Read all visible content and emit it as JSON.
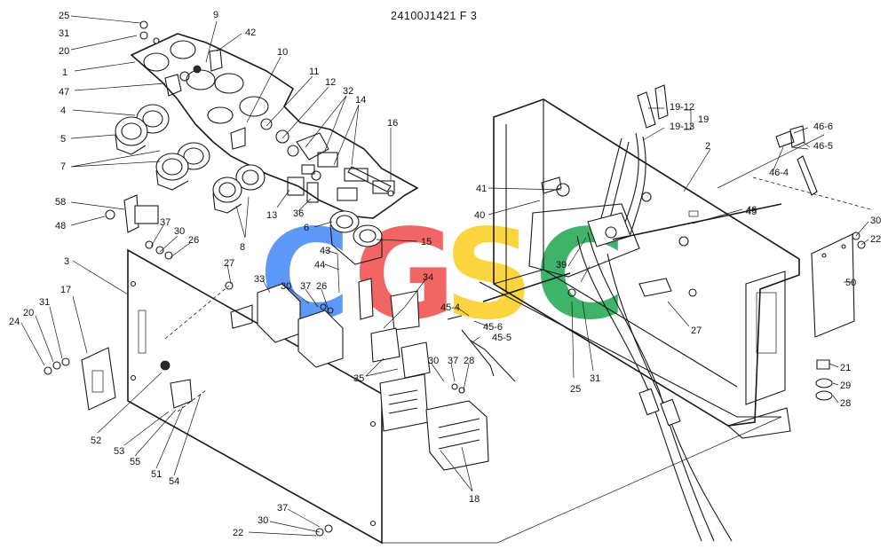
{
  "title": "24100J1421 F 3",
  "watermark": {
    "letters": [
      "C",
      "G",
      "S",
      "C"
    ],
    "colors": [
      "#3b82f6",
      "#ef4444",
      "#facc15",
      "#16a34a"
    ]
  },
  "callouts": [
    "25",
    "31",
    "20",
    "1",
    "47",
    "4",
    "5",
    "7",
    "58",
    "48",
    "3",
    "17",
    "24",
    "20",
    "31",
    "52",
    "53",
    "55",
    "51",
    "54",
    "9",
    "42",
    "10",
    "11",
    "12",
    "32",
    "14",
    "16",
    "13",
    "36",
    "8",
    "37",
    "30",
    "26",
    "27",
    "6",
    "15",
    "43",
    "44",
    "33",
    "30",
    "37",
    "26",
    "34",
    "45-4",
    "45-6",
    "45-5",
    "35",
    "30",
    "37",
    "28",
    "18",
    "37",
    "30",
    "22",
    "41",
    "40",
    "2",
    "19-12",
    "19-13",
    "19",
    "45",
    "39",
    "25",
    "31",
    "27",
    "46",
    "46-4",
    "46-6",
    "46-5",
    "30",
    "22",
    "50",
    "21",
    "29",
    "28"
  ]
}
